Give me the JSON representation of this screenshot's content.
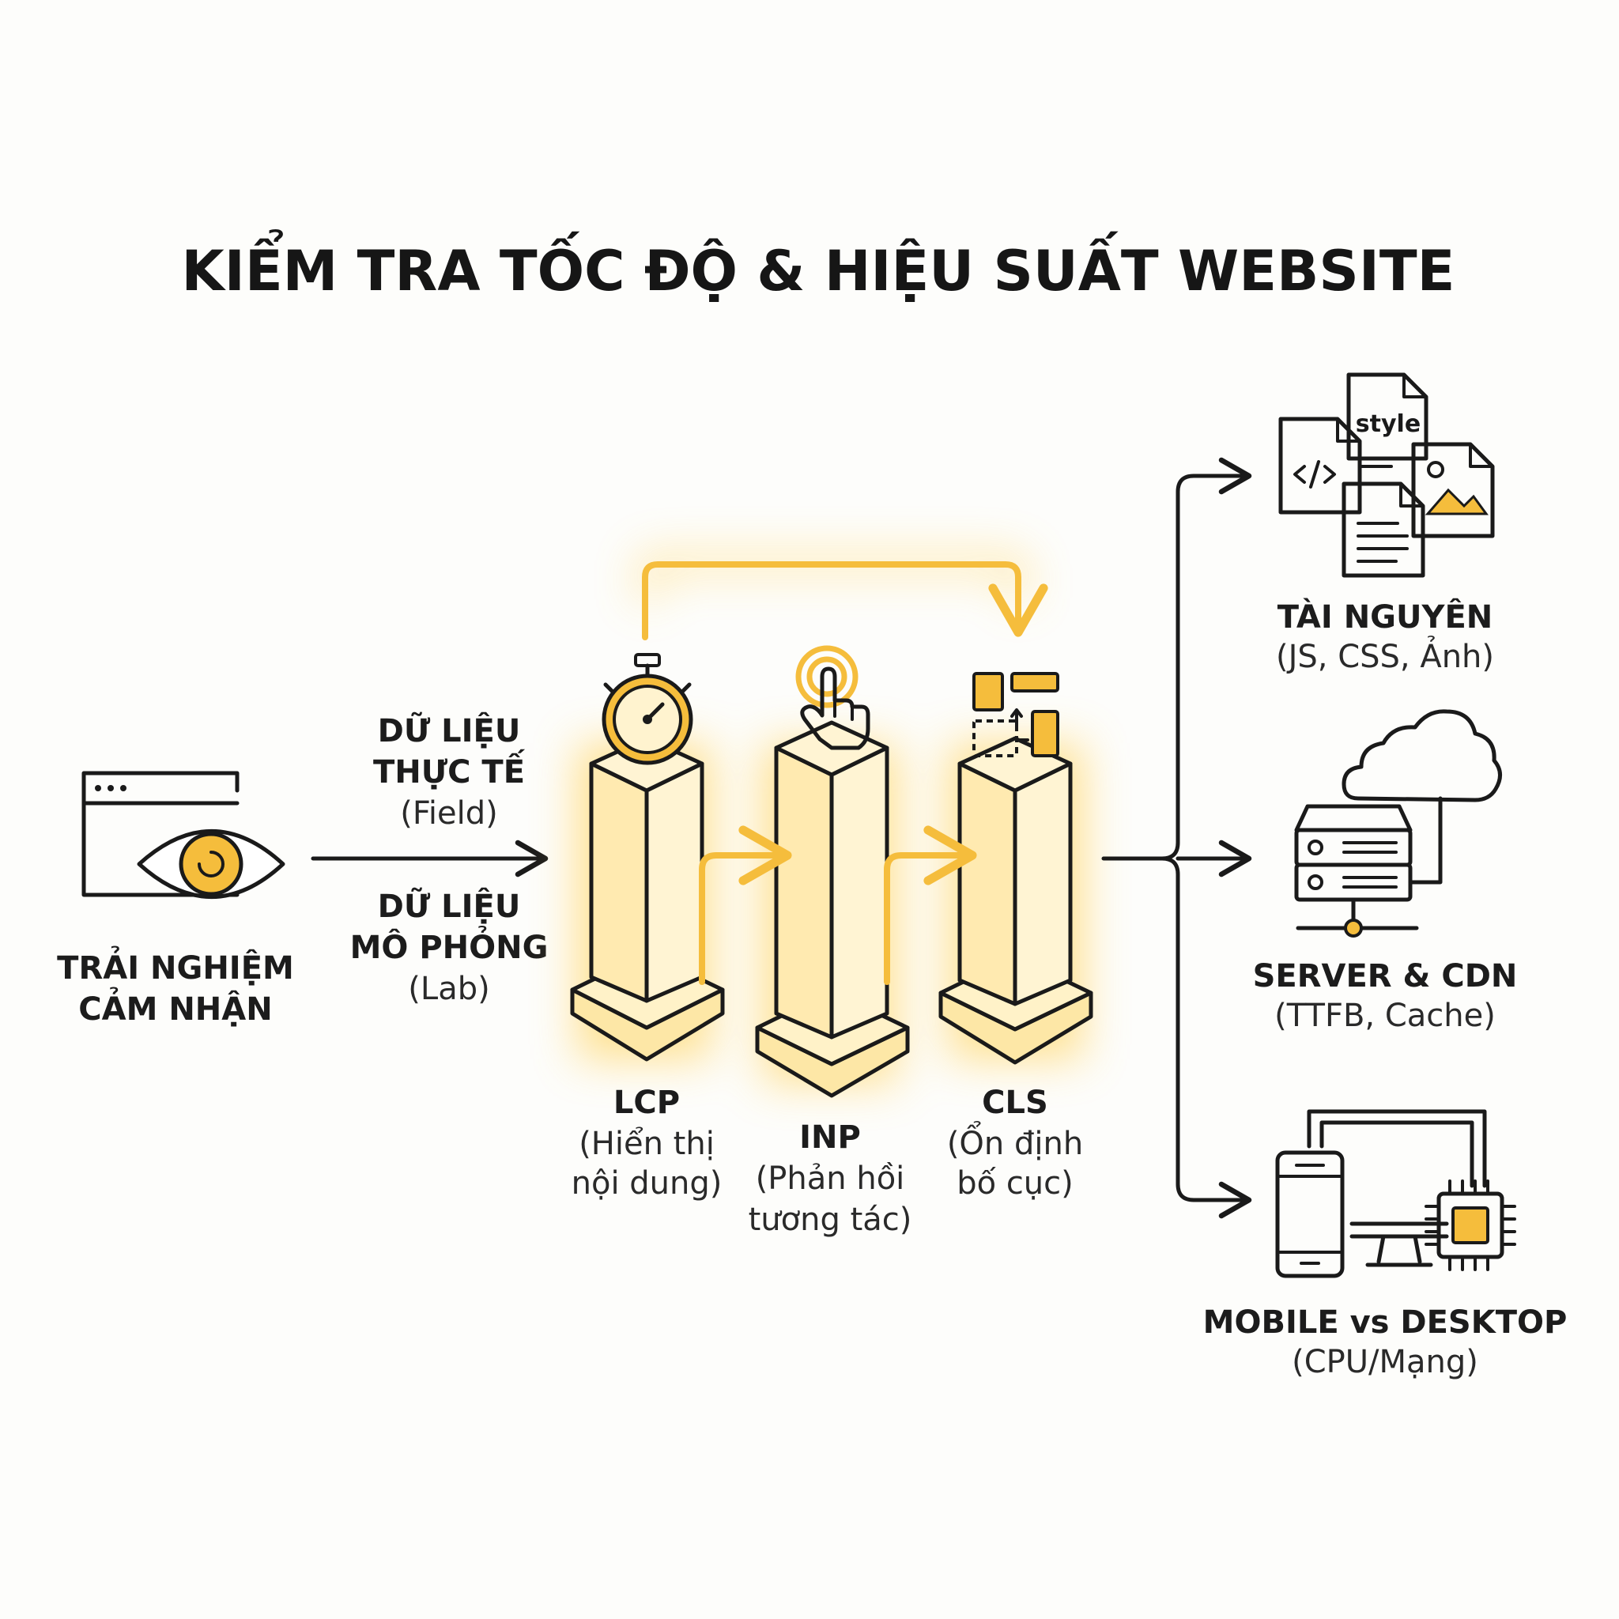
{
  "title": "KIỂM TRA TỐC ĐỘ & HIỆU SUẤT WEBSITE",
  "source": {
    "line1": "TRẢI NGHIỆM",
    "line2": "CẢM NHẬN",
    "icon": "browser-eye-icon"
  },
  "field": {
    "line1": "DỮ LIỆU",
    "line2": "THỰC TẾ",
    "line3": "(Field)"
  },
  "lab": {
    "line1": "DỮ LIỆU",
    "line2": "MÔ PHỎNG",
    "line3": "(Lab)"
  },
  "pillars": [
    {
      "name": "LCP",
      "line1": "(Hiển thị",
      "line2": "nội dung)",
      "icon": "stopwatch-icon"
    },
    {
      "name": "INP",
      "line1": "(Phản hồi",
      "line2": "tương tác)",
      "icon": "tap-hand-icon"
    },
    {
      "name": "CLS",
      "line1": "(Ổn định",
      "line2": "bố cục)",
      "icon": "layout-shift-icon"
    }
  ],
  "factors": [
    {
      "title": "TÀI NGUYÊN",
      "sub": "(JS, CSS, Ảnh)",
      "icon": "files-icon",
      "icon_label": "style"
    },
    {
      "title": "SERVER & CDN",
      "sub": "(TTFB, Cache)",
      "icon": "server-cloud-icon"
    },
    {
      "title": "MOBILE vs DESKTOP",
      "sub": "(CPU/Mạng)",
      "icon": "devices-icon"
    }
  ],
  "colors": {
    "accent": "#f5bd3c",
    "ink": "#1a1a1a",
    "background": "#fdfdfb"
  }
}
